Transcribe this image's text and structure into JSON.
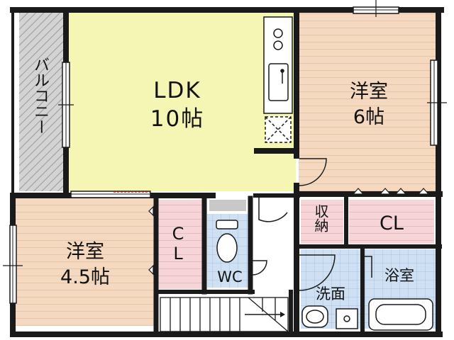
{
  "rooms": {
    "ldk": {
      "name": "LDK",
      "size": "10帖"
    },
    "western_6": {
      "name": "洋室",
      "size": "6帖"
    },
    "western_4_5": {
      "name": "洋室",
      "size": "4.5帖"
    },
    "balcony": {
      "name": "バルコニー"
    },
    "closet_ldk": {
      "name": "CL"
    },
    "closet_main": {
      "name": "CL"
    },
    "storage": {
      "name": "収納"
    },
    "toilet": {
      "name": "WC"
    },
    "washroom": {
      "name": "洗面"
    },
    "bathroom": {
      "name": "浴室"
    }
  },
  "colors": {
    "wall": "#1a1a1a",
    "ldk_floor": "#f5f5b4",
    "wood_floor": "#f4d8bf",
    "closet_floor": "#f6d5d8",
    "tile_floor": "#cfe0f3",
    "balcony_floor": "#cfcfcf"
  }
}
